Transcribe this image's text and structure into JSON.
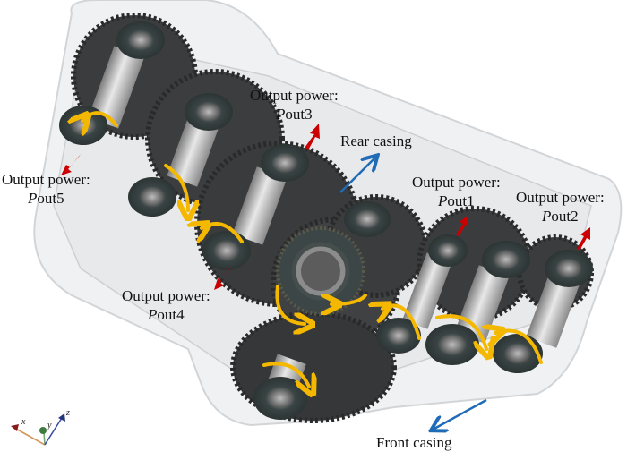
{
  "figure": {
    "description": "Multi-shaft gearbox transmission with transparent casing, five output shafts",
    "colors": {
      "output_arrow": "#cc0000",
      "direction_arrow": "#1f6bb5",
      "rotation_arrow": "#f5b800",
      "gear": "#3a3c3d",
      "bearing": "#3e4a4a",
      "shaft": "#bfbfbf",
      "casing": "#e4e6e8"
    }
  },
  "labels": {
    "pout1": {
      "prefix": "Output power:",
      "symbol": "P",
      "suffix": "out1"
    },
    "pout2": {
      "prefix": "Output power:",
      "symbol": "P",
      "suffix": "out2"
    },
    "pout3": {
      "prefix": "Output power:",
      "symbol": "P",
      "suffix": "out3"
    },
    "pout4": {
      "prefix": "Output power:",
      "symbol": "P",
      "suffix": "out4"
    },
    "pout5": {
      "prefix": "Output power:",
      "symbol": "P",
      "suffix": "out5"
    },
    "rear_casing": "Rear casing",
    "front_casing": "Front casing"
  },
  "axes_triad": {
    "x": "x",
    "y": "y",
    "z": "z"
  }
}
